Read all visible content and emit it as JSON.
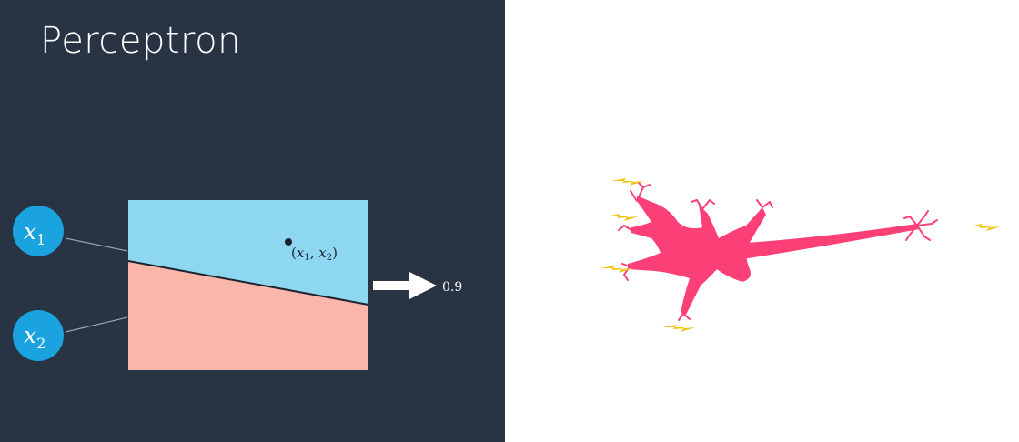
{
  "slide": {
    "title": "Perceptron"
  },
  "inputs": [
    {
      "var": "x",
      "sub": "1"
    },
    {
      "var": "x",
      "sub": "2"
    }
  ],
  "point": {
    "label_open": "(",
    "label_var1": "x",
    "label_sub1": "1",
    "label_sep": ", ",
    "label_var2": "x",
    "label_sub2": "2",
    "label_close": ")"
  },
  "output": {
    "value": "0.9"
  },
  "colors": {
    "background": "#283443",
    "input_node": "#1aa3df",
    "region_positive": "#8dd8f0",
    "region_negative": "#fbb6aa",
    "neuron": "#fb3f77",
    "spark": "#f1c40f"
  },
  "icons": {
    "neuron": "neuron-illustration",
    "spark": "lightning-bolt-icon",
    "arrow": "right-arrow-icon"
  }
}
